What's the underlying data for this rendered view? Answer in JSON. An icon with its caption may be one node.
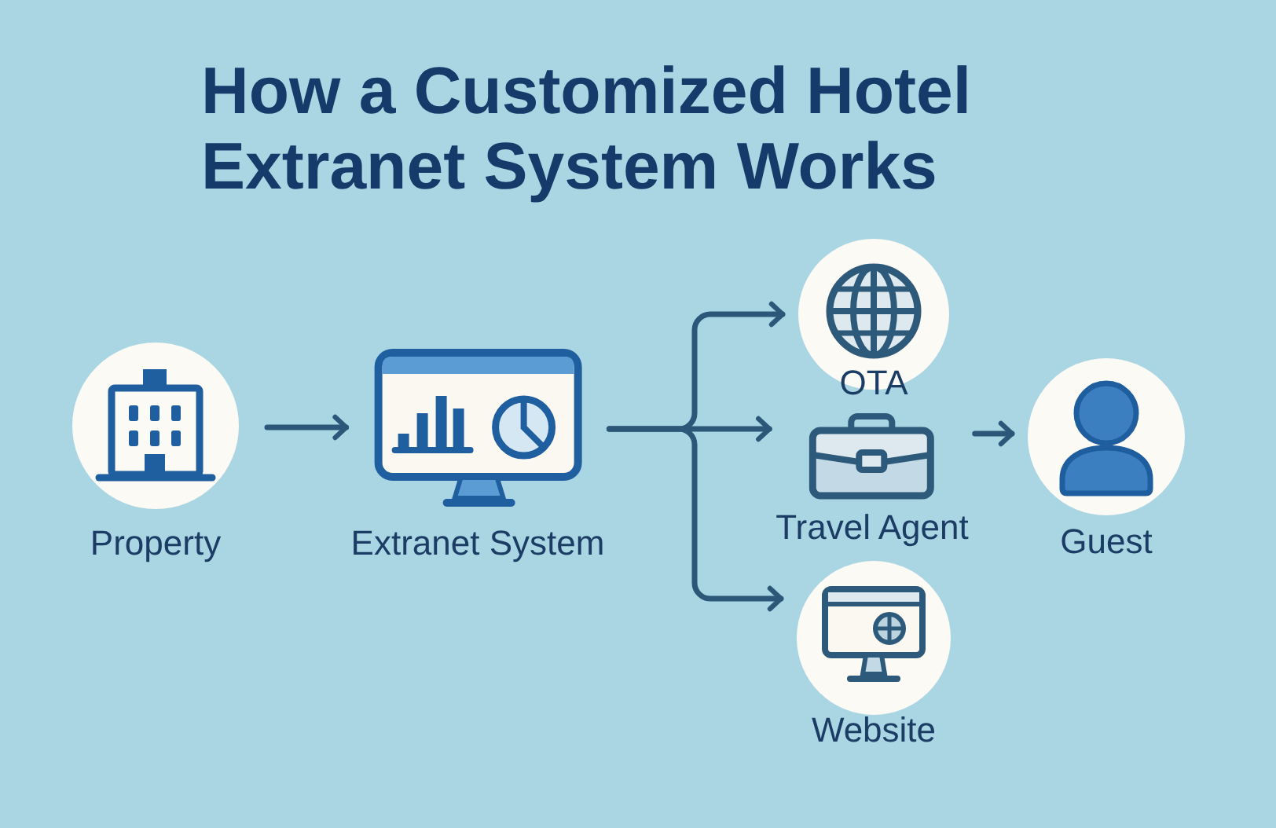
{
  "diagram": {
    "title": "How a Customized Hotel Extranet System Works",
    "nodes": [
      {
        "text": [
          "Property"
        ]
      },
      {
        "text": [
          "Extranet System"
        ]
      },
      {
        "text": [
          "OTA"
        ]
      },
      {
        "text": [
          "Travel Agent"
        ]
      },
      {
        "text": [
          "Website"
        ]
      },
      {
        "text": [
          "Guest"
        ]
      }
    ],
    "edges": [
      {
        "from": 0,
        "to": 1,
        "arrow": "to"
      },
      {
        "from": 1,
        "to": 2,
        "arrow": "to"
      },
      {
        "from": 1,
        "to": 3,
        "arrow": "to"
      },
      {
        "from": 1,
        "to": 4,
        "arrow": "to"
      },
      {
        "from": 3,
        "to": 5,
        "arrow": "to"
      }
    ]
  }
}
